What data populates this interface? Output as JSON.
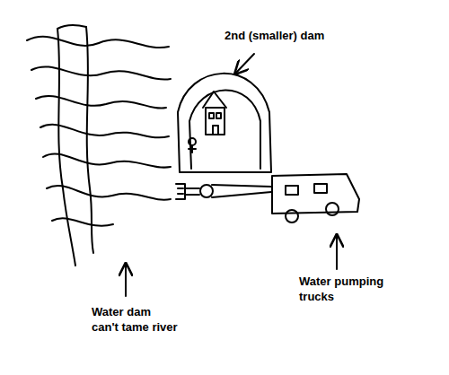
{
  "diagram": {
    "labels": [
      "2nd (smaller) dam",
      "Water pumping trucks",
      "Water dam can't tame river"
    ]
  }
}
